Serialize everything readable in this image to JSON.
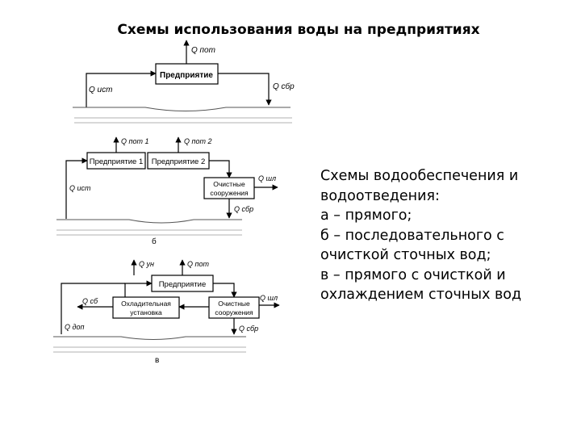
{
  "slide": {
    "title": "Схемы использования воды на предприятиях"
  },
  "diagram_a": {
    "box": "Предприятие",
    "q_pot": "Q пот",
    "q_ist": "Q ист",
    "q_sbr": "Q сбр"
  },
  "diagram_b": {
    "box1": "Предприятие 1",
    "box2": "Предприятие 2",
    "box3_line1": "Очистные",
    "box3_line2": "сооружения",
    "q_pot1": "Q пот 1",
    "q_pot2": "Q пот 2",
    "q_shl": "Q шл",
    "q_ist": "Q ист",
    "q_sbr": "Q сбр",
    "letter": "б"
  },
  "diagram_v": {
    "box_main": "Предприятие",
    "box_cool_line1": "Охладительная",
    "box_cool_line2": "установка",
    "box_clean_line1": "Очистные",
    "box_clean_line2": "сооружения",
    "q_un": "Q ун",
    "q_pot": "Q пот",
    "q_sb": "Q сб",
    "q_shl": "Q шл",
    "q_dop": "Q доп",
    "q_sbr": "Q сбр",
    "letter": "в"
  },
  "caption": {
    "lines": [
      "Схемы водообеспечения и",
      "водоотведения:",
      " а – прямого;",
      " б – последовательного с",
      "очисткой сточных вод;",
      " в – прямого с очисткой и",
      "охлаждением сточных вод"
    ]
  }
}
